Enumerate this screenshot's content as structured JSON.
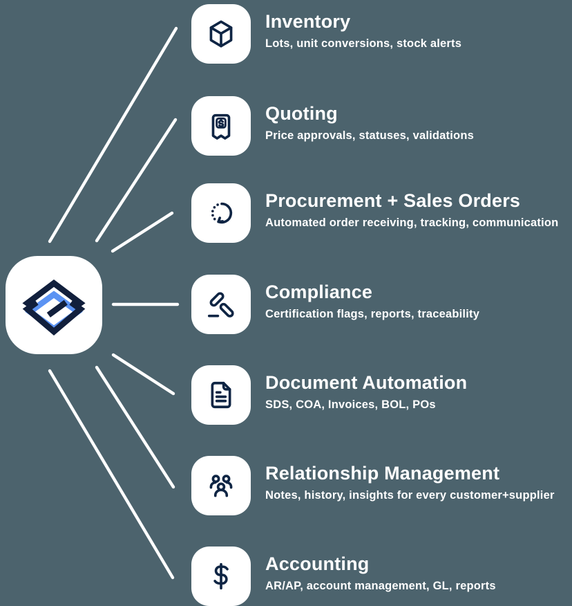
{
  "colors": {
    "background": "#4c636d",
    "tile": "#ffffff",
    "icon_stroke": "#0f2544",
    "logo_navy": "#111f3c",
    "logo_blue": "#5b93f3",
    "connector_line": "#ffffff",
    "text": "#ffffff"
  },
  "hub": {
    "logo": "interlocking-diamonds-s-logo"
  },
  "features": [
    {
      "icon": "cube-icon",
      "title": "Inventory",
      "subtitle": "Lots, unit conversions, stock alerts"
    },
    {
      "icon": "receipt-dollar-icon",
      "title": "Quoting",
      "subtitle": "Price approvals, statuses, validations"
    },
    {
      "icon": "rotate-arrow-icon",
      "title": "Procurement + Sales Orders",
      "subtitle": "Automated order receiving, tracking, communication"
    },
    {
      "icon": "gavel-icon",
      "title": "Compliance",
      "subtitle": "Certification flags, reports, traceability"
    },
    {
      "icon": "document-icon",
      "title": "Document Automation",
      "subtitle": "SDS, COA, Invoices, BOL, POs"
    },
    {
      "icon": "users-icon",
      "title": "Relationship Management",
      "subtitle": "Notes, history, insights for every customer+supplier"
    },
    {
      "icon": "dollar-icon",
      "title": "Accounting",
      "subtitle": "AR/AP, account management, GL, reports"
    }
  ]
}
